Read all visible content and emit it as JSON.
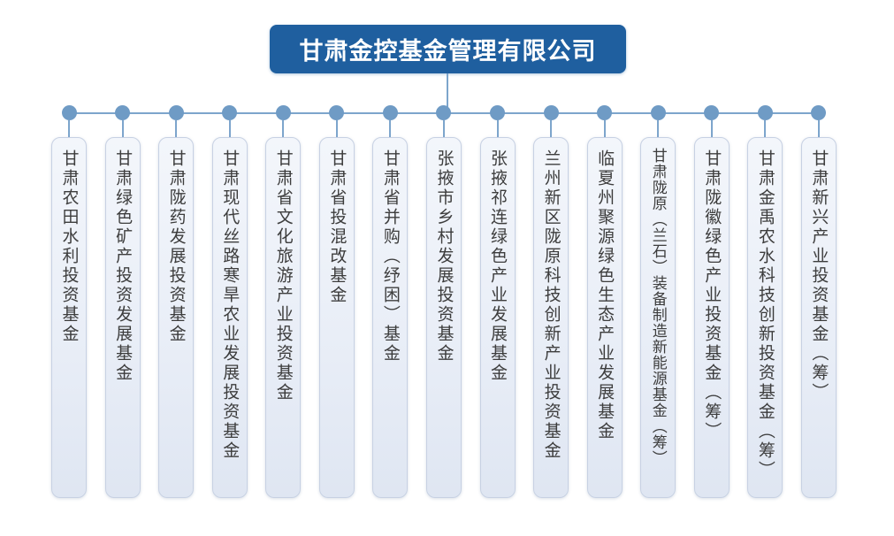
{
  "org_chart": {
    "title": "甘肃金控基金管理有限公司",
    "colors": {
      "header_bg": "#1f5f9f",
      "connector_line": "#7da5cc",
      "connector_dot": "#6f9bc5",
      "box_border": "#c7d1e3",
      "box_bg_top": "#f3f6fb",
      "box_bg_bottom": "#dfe6f2",
      "box_text": "#3d3d3d",
      "header_text": "#ffffff"
    },
    "branches": [
      {
        "label": "甘肃农田水利投资基金"
      },
      {
        "label": "甘肃绿色矿产投资发展基金"
      },
      {
        "label": "甘肃陇药发展投资基金"
      },
      {
        "label": "甘肃现代丝路寒旱农业发展投资基金"
      },
      {
        "label": "甘肃省文化旅游产业投资基金"
      },
      {
        "label": "甘肃省投混改基金"
      },
      {
        "label": "甘肃省并购（纾困）基金"
      },
      {
        "label": "张掖市乡村发展投资基金"
      },
      {
        "label": "张掖祁连绿色产业发展基金"
      },
      {
        "label": "兰州新区陇原科技创新产业投资基金"
      },
      {
        "label": "临夏州聚源绿色生态产业发展基金"
      },
      {
        "label": "甘肃陇原（兰石）装备制造新能源基金（筹）"
      },
      {
        "label": "甘肃陇徽绿色产业投资基金（筹）"
      },
      {
        "label": "甘肃金禹农水科技创新投资基金（筹）"
      },
      {
        "label": "甘肃新兴产业投资基金（筹）"
      }
    ]
  }
}
